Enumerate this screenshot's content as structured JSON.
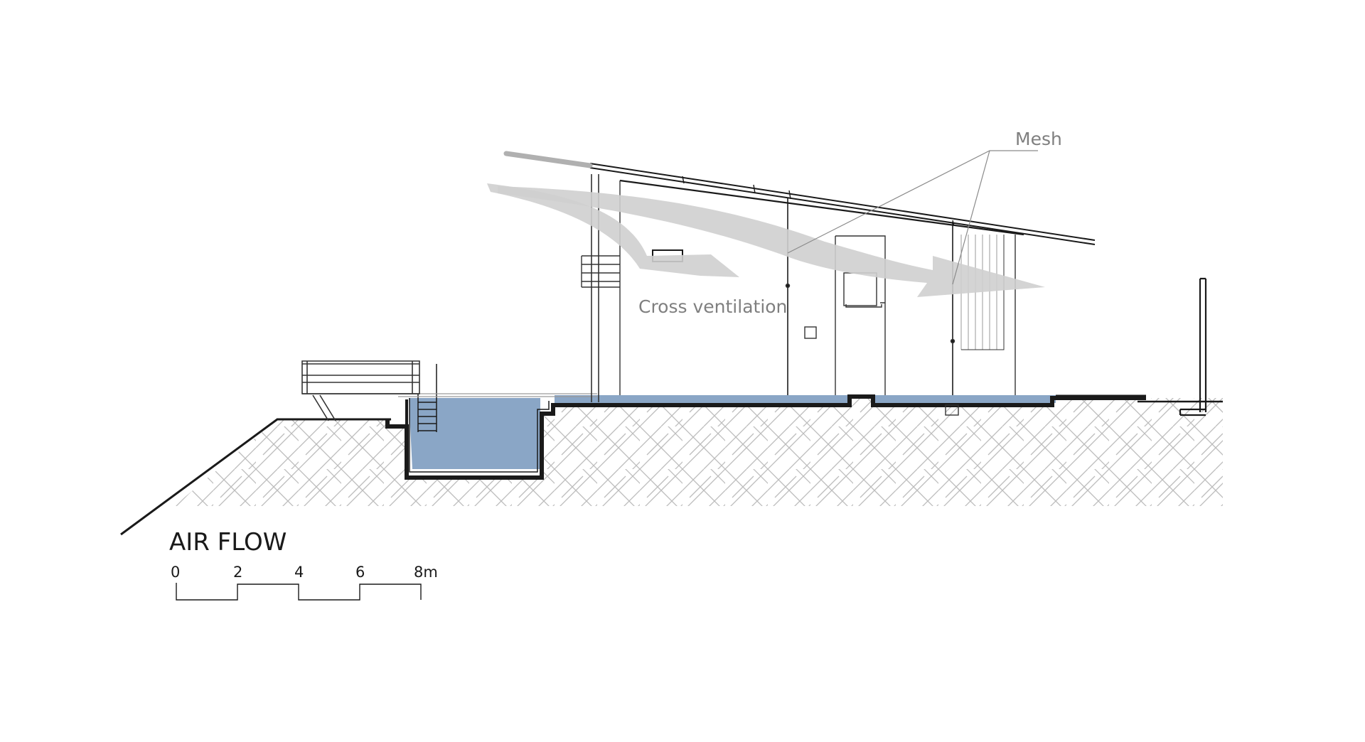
{
  "diagram": {
    "title": "AIR FLOW",
    "labels": {
      "mesh": "Mesh",
      "cross_ventilation": "Cross ventilation"
    },
    "scale_bar": {
      "ticks": [
        "0",
        "2",
        "4",
        "6",
        "8m"
      ]
    },
    "colors": {
      "water": "#8aa6c6",
      "airflow": "#cfcfcf",
      "line": "#1a1a1a",
      "hatch": "#b5b5b5",
      "label": "#7f7f7f"
    }
  }
}
